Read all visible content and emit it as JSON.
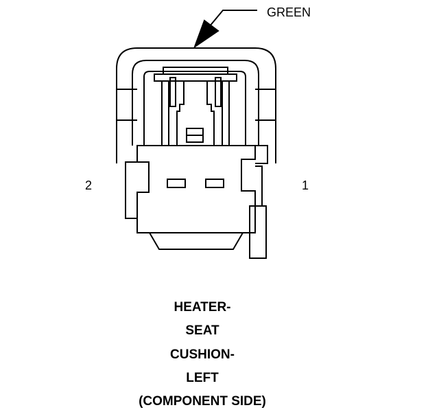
{
  "color_callout": "GREEN",
  "pins": {
    "left": "2",
    "right": "1"
  },
  "caption": {
    "line1": "HEATER-",
    "line2": "SEAT",
    "line3": "CUSHION-",
    "line4": "LEFT",
    "line5": "(COMPONENT SIDE)"
  }
}
